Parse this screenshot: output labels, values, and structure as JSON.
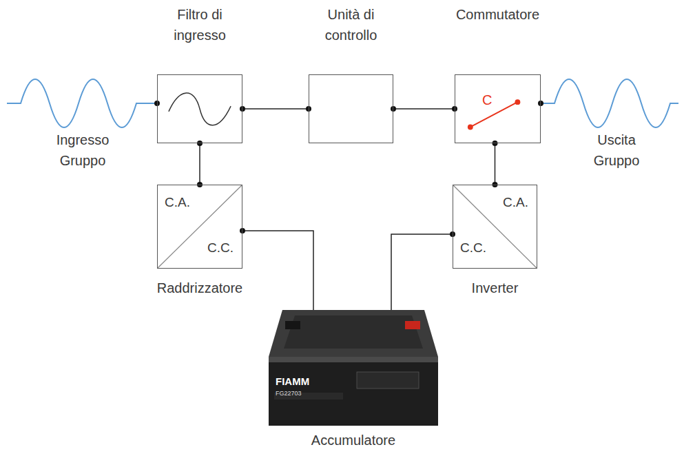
{
  "diagram": {
    "nodes": [
      {
        "text": [
          "Filtro di ingresso"
        ]
      },
      {
        "text": [
          "Unità di controllo"
        ]
      },
      {
        "text": [
          "Commutatore",
          "C"
        ]
      },
      {
        "text": [
          "Raddrizzatore",
          "C.A.",
          "C.C."
        ]
      },
      {
        "text": [
          "Inverter",
          "C.A.",
          "C.C."
        ]
      },
      {
        "text": [
          "Accumulatore"
        ]
      }
    ],
    "edges": [
      {
        "from": 0,
        "to": 1,
        "arrow": "none"
      },
      {
        "from": 1,
        "to": 2,
        "arrow": "none"
      },
      {
        "from": 0,
        "to": 3,
        "arrow": "none"
      },
      {
        "from": 3,
        "to": 5,
        "arrow": "none"
      },
      {
        "from": 4,
        "to": 5,
        "arrow": "none"
      },
      {
        "from": 4,
        "to": 2,
        "arrow": "none"
      }
    ],
    "labels": [
      "Ingresso Gruppo",
      "Uscita Gruppo",
      "FIAMM",
      "FG22703"
    ]
  }
}
